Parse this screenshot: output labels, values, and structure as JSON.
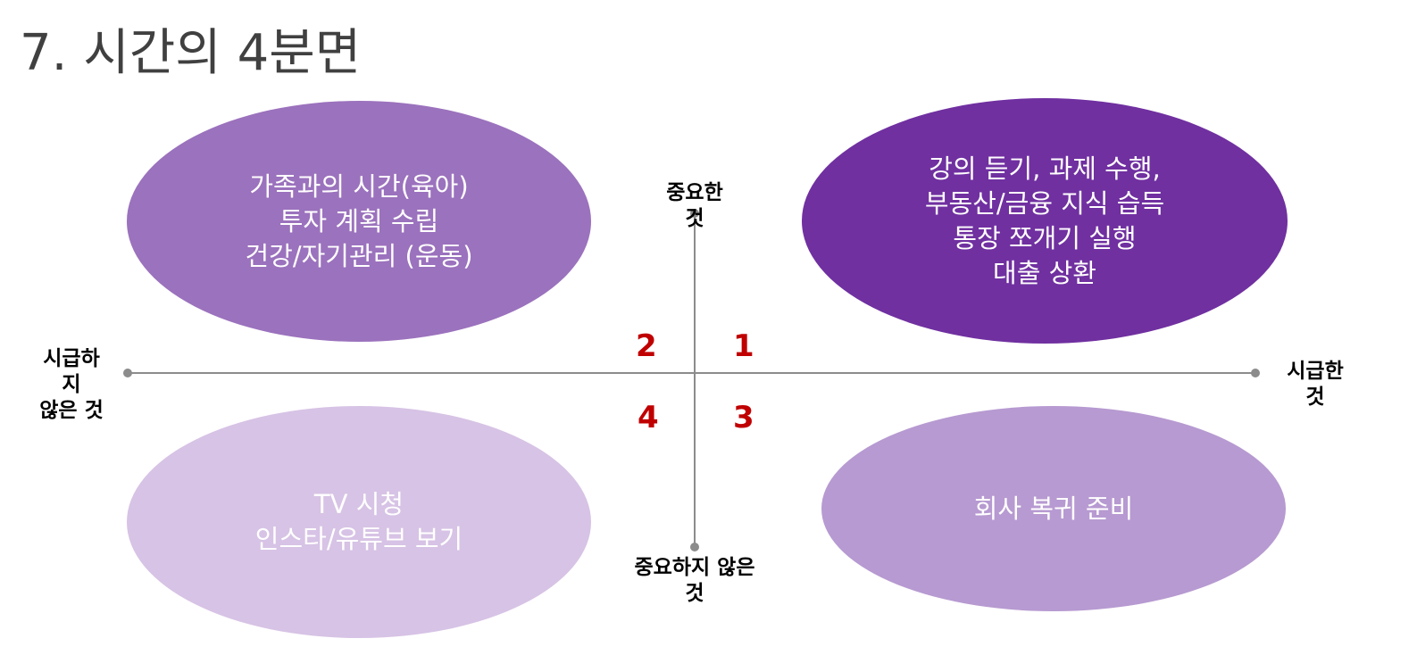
{
  "title": "7. 시간의 4분면",
  "axes": {
    "top": [
      "중요한",
      "것"
    ],
    "bottom": [
      "중요하지 않은",
      "것"
    ],
    "left": [
      "시급하",
      "지",
      "않은 것"
    ],
    "right": [
      "시급한",
      "것"
    ]
  },
  "quadrants": [
    {
      "number": "1",
      "color": "#7030a0",
      "lines": [
        "강의 듣기, 과제 수행,",
        "부동산/금융 지식 습득",
        "통장 쪼개기 실행",
        "대출 상환"
      ]
    },
    {
      "number": "2",
      "color": "#9b72bd",
      "lines": [
        "가족과의 시간(육아)",
        "투자 계획 수립",
        "건강/자기관리 (운동)"
      ]
    },
    {
      "number": "3",
      "color": "#b79ad1",
      "lines": [
        "회사 복귀 준비"
      ]
    },
    {
      "number": "4",
      "color": "#d7c3e5",
      "lines": [
        "TV 시청",
        "인스타/유튜브 보기"
      ]
    }
  ]
}
